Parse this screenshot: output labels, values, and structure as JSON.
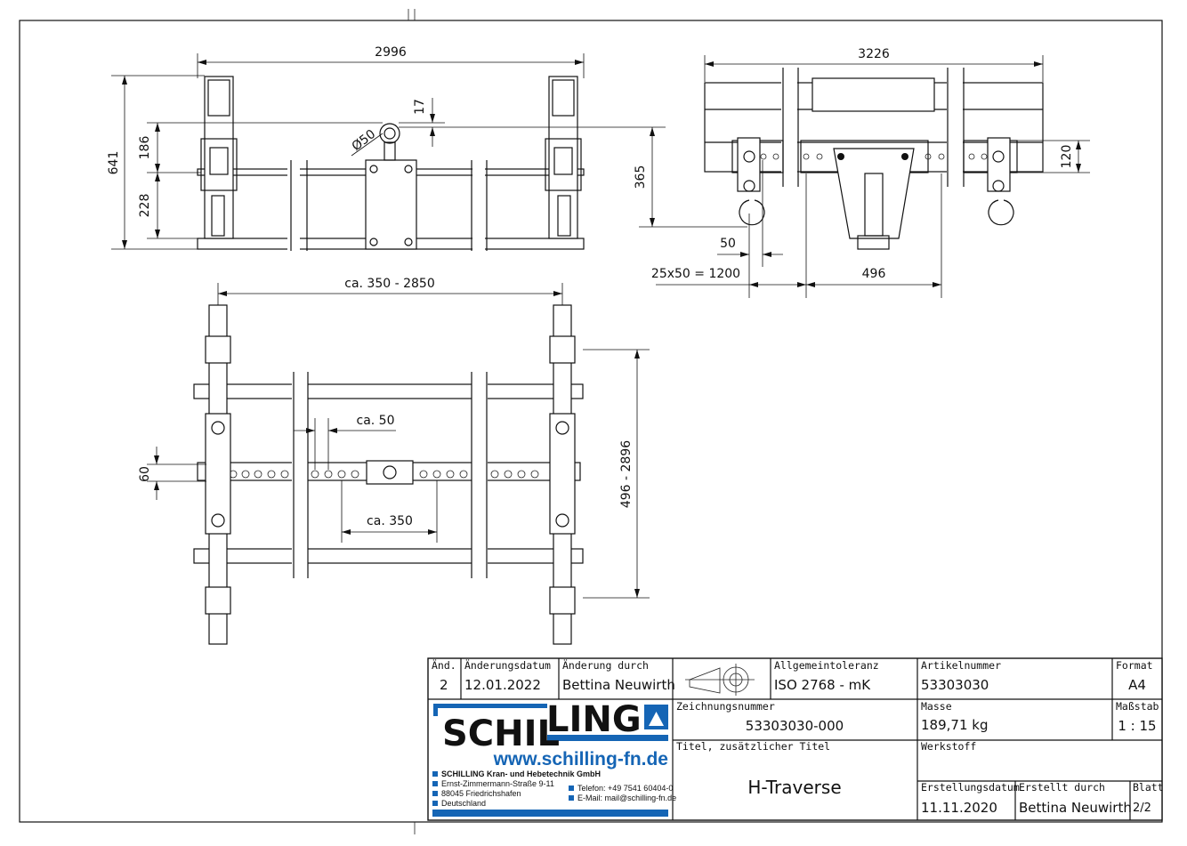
{
  "drawing": {
    "dimensions": {
      "side_width": "2996",
      "side_height": "641",
      "side_upper": "186",
      "side_lower": "228",
      "shackle_diameter": "Ø50",
      "shackle_offset": "17",
      "front_height": "365",
      "front_width": "3226",
      "front_rail_height": "120",
      "front_hole_pitch": "50",
      "front_hole_series": "25x50 = 1200",
      "front_center": "496",
      "top_span": "ca. 350 - 2850",
      "top_pitch": "ca. 50",
      "top_rail": "60",
      "top_adjust": "ca. 350",
      "top_range": "496 - 2896"
    }
  },
  "title_block": {
    "revision_label": "Änd.",
    "revision": "2",
    "change_date_label": "Änderungsdatum",
    "change_date": "12.01.2022",
    "changed_by_label": "Änderung durch",
    "changed_by": "Bettina Neuwirth",
    "tolerance_label": "Allgemeintoleranz",
    "tolerance": "ISO 2768 - mK",
    "article_label": "Artikelnummer",
    "article": "53303030",
    "format_label": "Format",
    "format": "A4",
    "drawing_no_label": "Zeichnungsnummer",
    "drawing_no": "53303030-000",
    "mass_label": "Masse",
    "mass": "189,71 kg",
    "scale_label": "Maßstab",
    "scale": "1 : 15",
    "title_label": "Titel, zusätzlicher Titel",
    "title": "H-Traverse",
    "material_label": "Werkstoff",
    "material": "",
    "created_date_label": "Erstellungsdatum",
    "created_date": "11.11.2020",
    "created_by_label": "Erstellt durch",
    "created_by": "Bettina Neuwirth",
    "sheet_label": "Blatt",
    "sheet": "2/2"
  },
  "company": {
    "logo_text_1": "SCHIL",
    "logo_text_2": "LING",
    "url": "www.schilling-fn.de",
    "name": "SCHILLING Kran- und Hebetechnik GmbH",
    "street": "Ernst-Zimmermann-Straße 9-11",
    "city": "88045 Friedrichshafen",
    "country": "Deutschland",
    "phone": "Telefon: +49 7541 60404-0",
    "email": "E-Mail: mail@schilling-fn.de",
    "brand_color": "#1565b5"
  }
}
